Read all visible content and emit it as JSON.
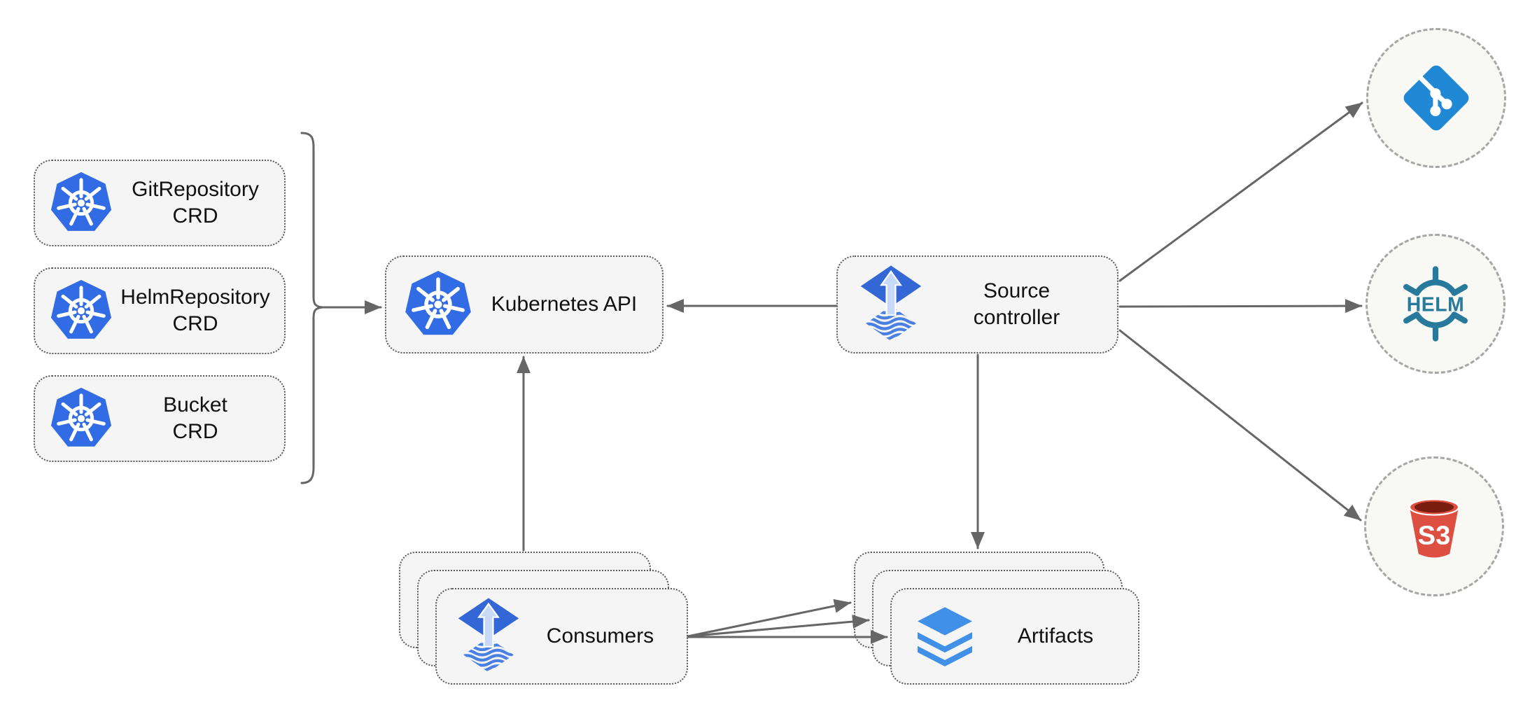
{
  "nodes": {
    "crds": [
      {
        "line1": "GitRepository",
        "line2": "CRD"
      },
      {
        "line1": "HelmRepository",
        "line2": "CRD"
      },
      {
        "line1": "Bucket",
        "line2": "CRD"
      }
    ],
    "kubernetes_api": {
      "label": "Kubernetes API"
    },
    "source_controller": {
      "line1": "Source",
      "line2": "controller"
    },
    "consumers": {
      "label": "Consumers"
    },
    "artifacts": {
      "label": "Artifacts"
    }
  },
  "endpoints": {
    "git": {
      "icon": "git-icon"
    },
    "helm": {
      "icon": "helm-icon",
      "logo_text": "HELM"
    },
    "s3": {
      "icon": "s3-bucket-icon",
      "logo_text": "S3"
    }
  },
  "icons": {
    "crd_boxes": "kubernetes-icon",
    "kubernetes_api": "kubernetes-icon",
    "source_controller": "flux-icon",
    "consumers": "flux-icon",
    "artifacts": "layers-icon"
  },
  "edges": [
    {
      "from": "crd-group",
      "to": "kubernetes-api"
    },
    {
      "from": "source-controller",
      "to": "kubernetes-api"
    },
    {
      "from": "consumers",
      "to": "kubernetes-api"
    },
    {
      "from": "source-controller",
      "to": "artifacts"
    },
    {
      "from": "source-controller",
      "to": "git-endpoint"
    },
    {
      "from": "source-controller",
      "to": "helm-endpoint"
    },
    {
      "from": "source-controller",
      "to": "s3-endpoint"
    },
    {
      "from": "consumers",
      "to": "artifacts-back"
    },
    {
      "from": "consumers",
      "to": "artifacts-middle"
    },
    {
      "from": "consumers",
      "to": "artifacts-front"
    }
  ],
  "colors": {
    "kubernetes_blue": "#326CE5",
    "flux_blue": "#3367D6",
    "flux_arrow_light": "#C7D9F6",
    "flux_wave_blue": "#4A80E4",
    "git_blue": "#2188D6",
    "helm_teal": "#277A9C",
    "s3_red": "#DD4F40",
    "s3_dark": "#7B1D0E",
    "layers_blue": "#4190E7",
    "arrow_gray": "#666666",
    "box_fill": "#F5F5F5",
    "box_border": "#595959",
    "circle_fill": "#F8F8F5",
    "circle_border": "#A6A6A6",
    "text": "#111111"
  }
}
